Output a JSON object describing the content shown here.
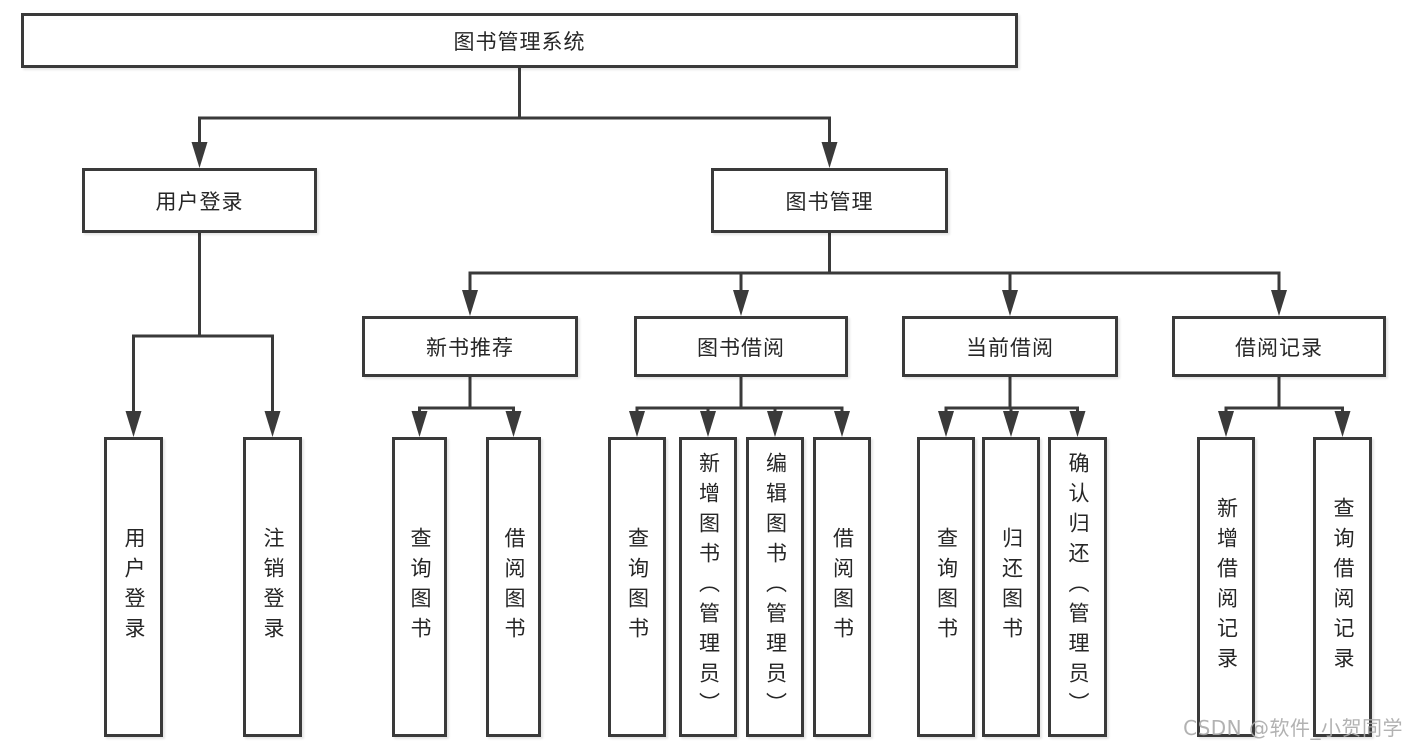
{
  "diagram": {
    "tree": {
      "label": "图书管理系统",
      "children": [
        {
          "label": "用户登录",
          "children": [
            {
              "label": "用户登录"
            },
            {
              "label": "注销登录"
            }
          ]
        },
        {
          "label": "图书管理",
          "children": [
            {
              "label": "新书推荐",
              "children": [
                {
                  "label": "查询图书"
                },
                {
                  "label": "借阅图书"
                }
              ]
            },
            {
              "label": "图书借阅",
              "children": [
                {
                  "label": "查询图书"
                },
                {
                  "label": "新增图书（管理员）"
                },
                {
                  "label": "编辑图书（管理员）"
                },
                {
                  "label": "借阅图书"
                }
              ]
            },
            {
              "label": "当前借阅",
              "children": [
                {
                  "label": "查询图书"
                },
                {
                  "label": "归还图书"
                },
                {
                  "label": "确认归还（管理员）"
                }
              ]
            },
            {
              "label": "借阅记录",
              "children": [
                {
                  "label": "新增借阅记录"
                },
                {
                  "label": "查询借阅记录"
                }
              ]
            }
          ]
        }
      ]
    },
    "colors": {
      "line": "#3a3a3a",
      "box_border": "#3a3a3a",
      "box_background": "#ffffff",
      "text": "#262626",
      "watermark": "#aaaaaa"
    }
  },
  "watermark": {
    "text": "CSDN @软件_小贺同学"
  }
}
